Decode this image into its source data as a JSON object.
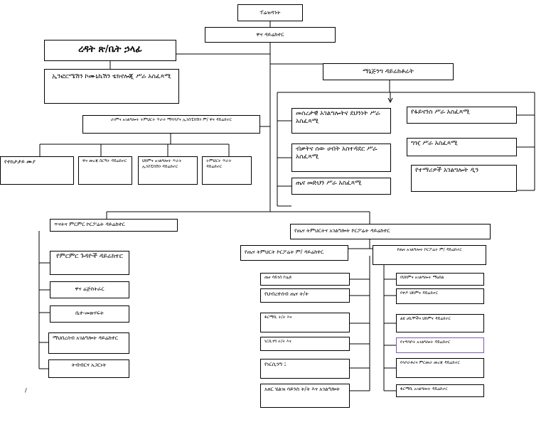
{
  "chart_data": {
    "type": "org-chart",
    "root": "ፕሬዝዳንት",
    "nodes": {
      "president": "ፕሬዝዳንት",
      "chief_director": "ዋና ዳይሬክተር",
      "executive_assistant": "ረዳት ጽ/ቤት ኃላፊ",
      "information_comm": "ኢንፎርሜሽን ኮሙኒኬሽን ቴክኖሎጂ ሥራ አስፈጻሚ",
      "management_directorate": "ማኔጅንግ ዳይሬክቶሬት",
      "quality_left": "ሀገምና አገልግሎት ትምህርት ጥራት ማሻሻያና ኢንስፔክሽን ም/ ዋና ዳይሬክተር",
      "curriculum_unit": "የተከታታይ ሙያ",
      "research_unit": "ዋና መረጃ ስርዓት ዳይሬክተር",
      "service_unit": "ህክምና አገልግሎት ጥራት ኢንስፔክሽን ዳይሬክተር",
      "training_unit": "ትምህርት ጥራት ዳይሬክተር",
      "basic_services": "መሰረታዊ አገልግሎትና ደህንነት ሥራ አስፈጻሚ",
      "human_resources": "ብቃትና ሰው ሀብት አስተዳደር ሥራ አስፈጻሚ",
      "health_admin": "ጤና መድህን ሥራ አስፈጻሚ",
      "finance": "የፋይናንስ ሥራ አስፈጻሚ",
      "procurement": "ግዢ ሥራ አስፈጻሚ",
      "customer_service": "የተማሪዎች አገልግሎት ዲን",
      "research_corporate": "ጥናትና ምርምር ኮርፖሬት ዳይሬክተር",
      "research_director": "የምርምር ጉዳዮች ዳይሬክተር",
      "chief_registrar": "ዋና ሬጅስትራር",
      "library": "ቤተ-መጽሃፍት",
      "community_service": "ማህበረሰብ አገልግሎት ዳይሬክተር",
      "tech_transfer": "ትብብርና አጋርነት",
      "hospital_corporate": "የጤና ትምህርትና አገልግሎት ኮርፖሬት ዳይሬክተር",
      "health_education_deputy": "የጤና ትምህርት ኮርፖሬት ም/ ዳይሬክተር",
      "health_service_deputy": "የጤና አገልግሎት ኮርፖሬት ም/ ዳይሬክተር",
      "medicine_college": "ጤና ሳይንስ ኮሌጅ",
      "public_health": "የህብረተሰብ ጤና ት/ት",
      "pharmacy": "ፋርማሲ ት/ት እና",
      "nursing": "ነርሲንግ ት/ት እና",
      "midwifery": "የነርሲንግ ፤",
      "medical_lab": "አዘር ሄልዝ ሳይንስ ት/ት እና አገልግሎት",
      "hospital_ceo": "የህክምና አገልግሎት ማዕከል",
      "clinical_services": "የቀዶ ህክምና ዳይሬክተር",
      "specialty_hospital": "ልዩ ሀኪሞችና ህክምና ዳይሬክተር",
      "nursing_service": "የተግባቦት አገልግሎት ዳይሬክተር",
      "diagnostic": "የላቦራቶሪና ምርመራ መረጃ ዳይሬክተር",
      "pharmacy_service": "ፋርማሲ አገልግሎት ዳይሬክተር"
    }
  },
  "footnote": "/"
}
